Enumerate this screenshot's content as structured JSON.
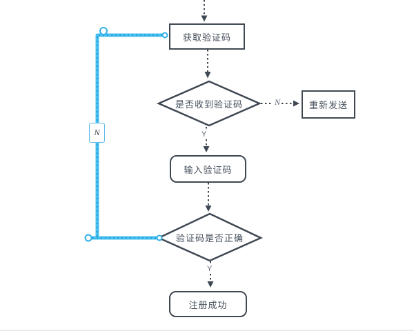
{
  "diagram": {
    "nodes": [
      {
        "id": "get-code",
        "shape": "rectangle",
        "label": "获取验证码"
      },
      {
        "id": "received-check",
        "shape": "diamond",
        "label": "是否收到验证码"
      },
      {
        "id": "resend",
        "shape": "rectangle",
        "label": "重新发送"
      },
      {
        "id": "enter-code",
        "shape": "rounded-rectangle",
        "label": "输入验证码"
      },
      {
        "id": "correct-check",
        "shape": "diamond",
        "label": "验证码是否正确"
      },
      {
        "id": "register-success",
        "shape": "rounded-rectangle",
        "label": "注册成功"
      }
    ],
    "edge_labels": {
      "no_resend": "N",
      "received_yes": "Y",
      "correct_yes": "Y",
      "selected_no": "N"
    },
    "colors": {
      "shape_border": "#3f4852",
      "label_text": "#464f5b",
      "connector": "#3f4852",
      "selected_edge": "#47c0f1",
      "selected_edge_dash": "#1792cb",
      "handle_border": "#2fb0e8",
      "handle_fill": "#ffffff"
    }
  }
}
